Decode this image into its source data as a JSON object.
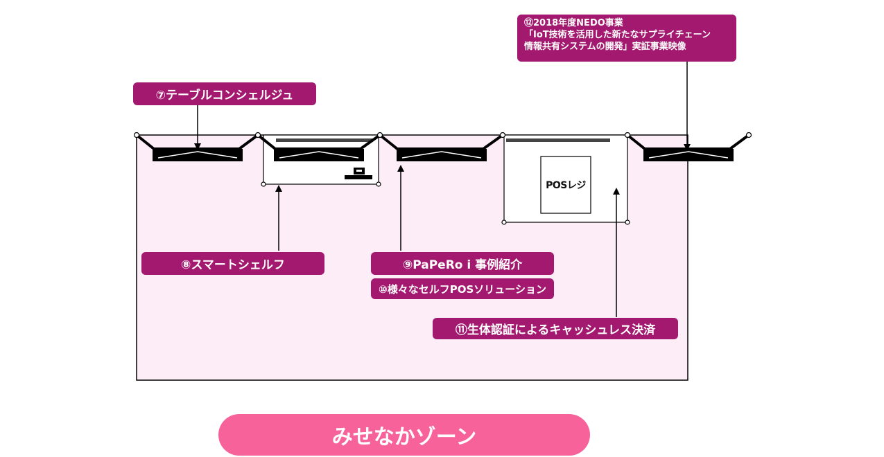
{
  "labels": {
    "concierge": "⑦テーブルコンシェルジュ",
    "smart_shelf": "⑧スマートシェルフ",
    "papero": "⑨PaPeRo i 事例紹介",
    "self_pos": "⑩様々なセルフPOSソリューション",
    "biometric": "⑪生体認証によるキャッシュレス決済",
    "nedo_line1": "⑫2018年度NEDO事業",
    "nedo_line2": "「IoT技術を活用した新たなサプライチェーン",
    "nedo_line3": "情報共有システムの開発」実証事業映像"
  },
  "pos_register": "POSレジ",
  "zone_title": "みせなかゾーン",
  "colors": {
    "label_bg": "#a3196f",
    "zone_fill": "#fdedf6",
    "pill_bg": "#f7629a",
    "line": "#000000"
  }
}
